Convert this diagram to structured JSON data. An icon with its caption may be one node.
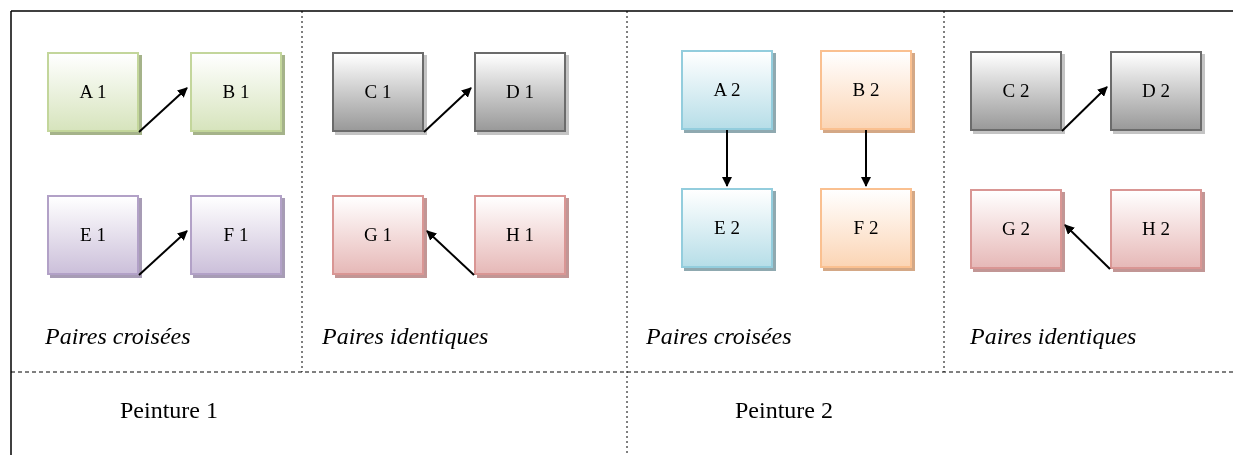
{
  "diagram": {
    "nodes": [
      {
        "text": [
          "A 1"
        ]
      },
      {
        "text": [
          "B 1"
        ]
      },
      {
        "text": [
          "E 1"
        ]
      },
      {
        "text": [
          "F 1"
        ]
      },
      {
        "text": [
          "C 1"
        ]
      },
      {
        "text": [
          "D 1"
        ]
      },
      {
        "text": [
          "G 1"
        ]
      },
      {
        "text": [
          "H 1"
        ]
      },
      {
        "text": [
          "A 2"
        ]
      },
      {
        "text": [
          "B 2"
        ]
      },
      {
        "text": [
          "E 2"
        ]
      },
      {
        "text": [
          "F 2"
        ]
      },
      {
        "text": [
          "C 2"
        ]
      },
      {
        "text": [
          "D 2"
        ]
      },
      {
        "text": [
          "G 2"
        ]
      },
      {
        "text": [
          "H 2"
        ]
      }
    ],
    "edges": [
      {
        "from": 0,
        "to": 1,
        "arrow": "to"
      },
      {
        "from": 2,
        "to": 3,
        "arrow": "to"
      },
      {
        "from": 4,
        "to": 5,
        "arrow": "to"
      },
      {
        "from": 7,
        "to": 6,
        "arrow": "to"
      },
      {
        "from": 8,
        "to": 10,
        "arrow": "to"
      },
      {
        "from": 9,
        "to": 11,
        "arrow": "to"
      },
      {
        "from": 12,
        "to": 13,
        "arrow": "to"
      },
      {
        "from": 15,
        "to": 14,
        "arrow": "to"
      }
    ],
    "labels": [
      "Paires croisées",
      "Paires identiques",
      "Paires croisées",
      "Paires identiques",
      "Peinture 1",
      "Peinture 2"
    ]
  }
}
